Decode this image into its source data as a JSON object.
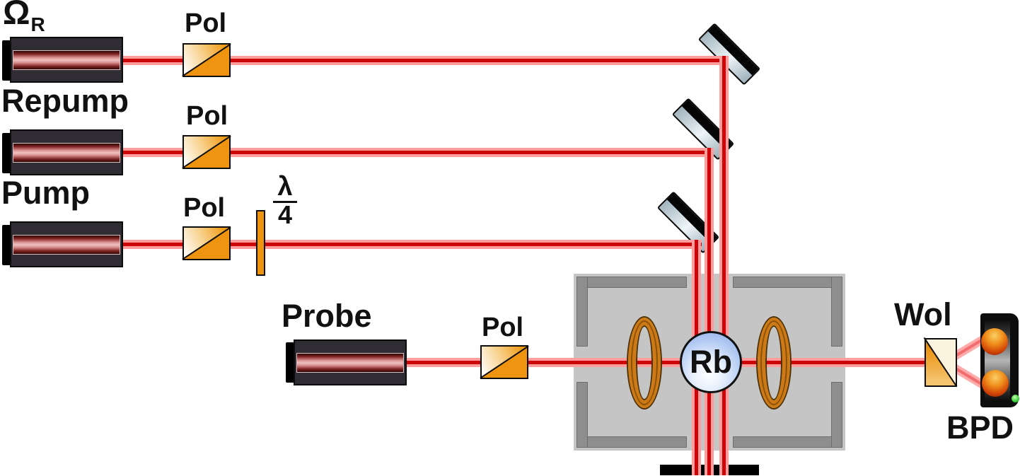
{
  "colors": {
    "beam_glow": "#ff9d9d",
    "beam_core": "#cd0508",
    "polarizer_orange": "#ee9410",
    "coil_orange": "#cd7a16",
    "shield_fill": "#c5c5c5",
    "shield_border": "#8e8e8e",
    "cell_blue": "#85a9e6",
    "mirror_silver": "#eef5f8",
    "detector_green": "#3fd43f"
  },
  "lasers": [
    {
      "id": "omega-r",
      "label_main": "Ω",
      "label_sub": "R"
    },
    {
      "id": "repump",
      "label": "Repump"
    },
    {
      "id": "pump",
      "label": "Pump"
    },
    {
      "id": "probe",
      "label": "Probe"
    }
  ],
  "polarizers": [
    {
      "label": "Pol"
    },
    {
      "label": "Pol"
    },
    {
      "label": "Pol"
    },
    {
      "label": "Pol"
    }
  ],
  "waveplate": {
    "numerator": "λ",
    "denominator": "4"
  },
  "cell": {
    "label": "Rb"
  },
  "wollaston": {
    "label": "Wol"
  },
  "detector": {
    "label": "BPD"
  }
}
